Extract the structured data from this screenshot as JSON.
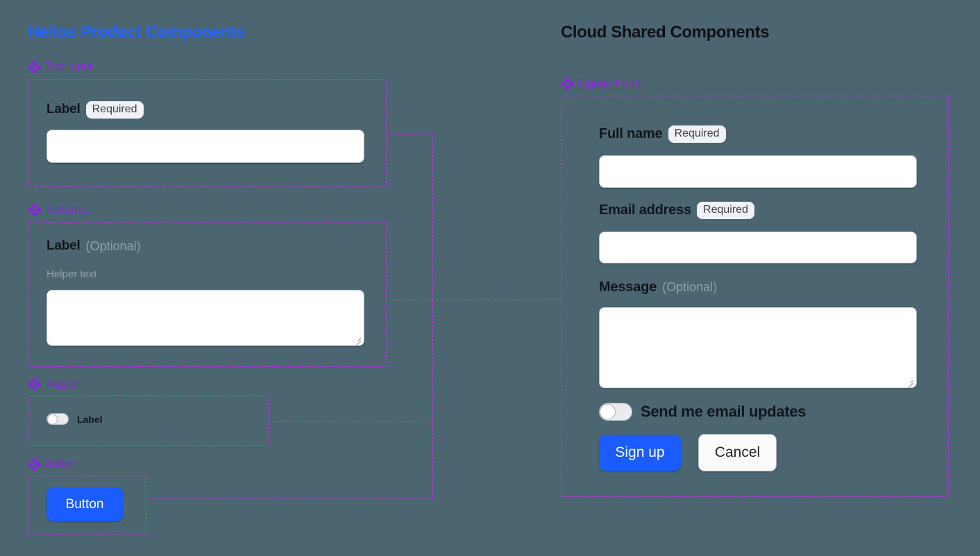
{
  "columns": {
    "left": {
      "title": "Helios Product Components",
      "color": "#2463ff"
    },
    "right": {
      "title": "Cloud Shared Components",
      "color": "#0f1115"
    }
  },
  "accent": {
    "section_label": "#8b22e0",
    "frame": "#c72ff0",
    "primary_button": "#1a5cff",
    "background": "#4b6670"
  },
  "sections": {
    "text_input": {
      "label": "Text Input",
      "field": {
        "label": "Label",
        "badge": "Required",
        "input_value": "",
        "placeholder": ""
      }
    },
    "textarea": {
      "label": "Textarea",
      "field": {
        "label": "Label",
        "optional": "(Optional)",
        "helper": "Helper text",
        "value": "",
        "placeholder": ""
      }
    },
    "toggle": {
      "label": "Toggle",
      "field": {
        "label": "Label",
        "state": "off"
      }
    },
    "button": {
      "label": "Button",
      "field": {
        "label": "Button"
      }
    },
    "signup_form": {
      "label": "Signup Form",
      "fields": {
        "full_name": {
          "label": "Full name",
          "badge": "Required",
          "value": "",
          "placeholder": ""
        },
        "email": {
          "label": "Email address",
          "badge": "Required",
          "value": "",
          "placeholder": ""
        },
        "message": {
          "label": "Message",
          "optional": "(Optional)",
          "value": "",
          "placeholder": ""
        },
        "updates_toggle": {
          "label": "Send me email updates",
          "state": "off"
        }
      },
      "actions": {
        "submit": "Sign up",
        "cancel": "Cancel"
      }
    }
  },
  "icons": {
    "section": "diamond-component-icon",
    "resize": "resize-grip-icon"
  }
}
